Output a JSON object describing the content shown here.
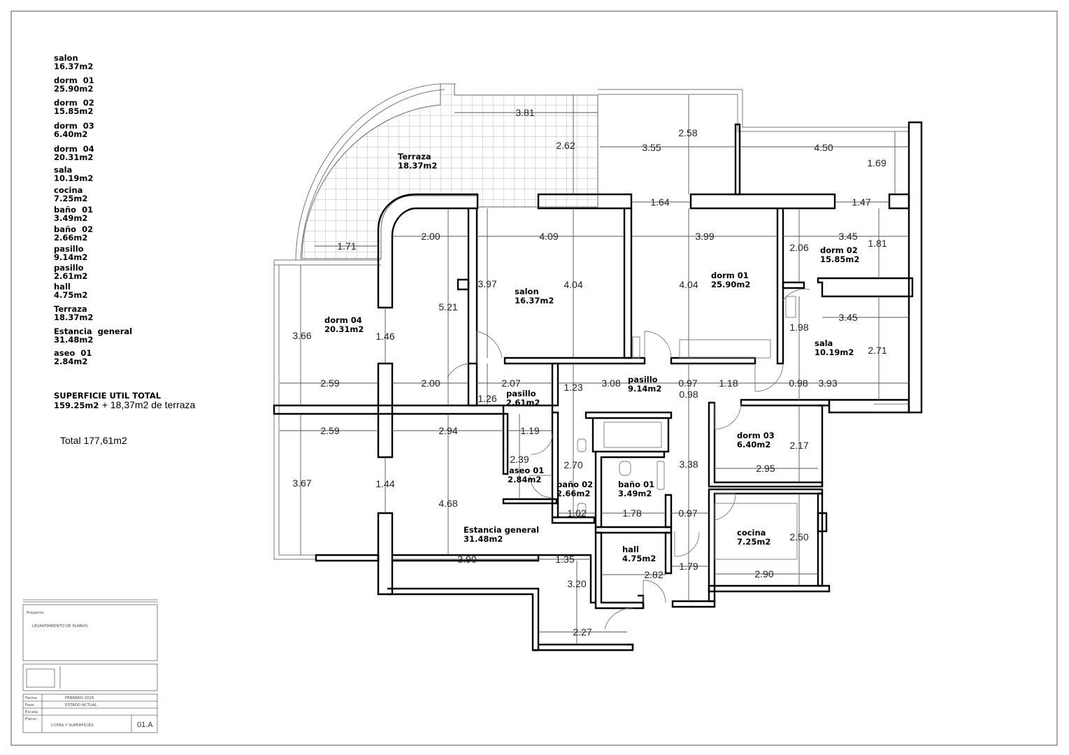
{
  "legend": [
    {
      "name": "salon",
      "area": "16.37m2"
    },
    {
      "name": "dorm  01",
      "area": "25.90m2"
    },
    {
      "name": "dorm  02",
      "area": "15.85m2"
    },
    {
      "name": "dorm  03",
      "area": "6.40m2"
    },
    {
      "name": "dorm  04",
      "area": "20.31m2"
    },
    {
      "name": "sala",
      "area": "10.19m2"
    },
    {
      "name": "cocina",
      "area": "7.25m2"
    },
    {
      "name": "baño  01",
      "area": "3.49m2"
    },
    {
      "name": "baño  02",
      "area": "2.66m2"
    },
    {
      "name": "pasillo",
      "area": "9.14m2"
    },
    {
      "name": "pasillo",
      "area": "2.61m2"
    },
    {
      "name": "hall",
      "area": "4.75m2"
    },
    {
      "name": "Terraza",
      "area": "18.37m2"
    },
    {
      "name": "Estancia  general",
      "area": "31.48m2"
    },
    {
      "name": "aseo  01",
      "area": "2.84m2"
    }
  ],
  "totals": {
    "title": "SUPERFICIE  UTIL  TOTAL",
    "useful": "159.25m2",
    "terrace": "+ 18,37m2 de terraza",
    "grand": "Total 177,61m2"
  },
  "rooms": [
    {
      "name": "Terraza",
      "area": "18.37m2"
    },
    {
      "name": "dorm  04",
      "area": "20.31m2"
    },
    {
      "name": "salon",
      "area": "16.37m2"
    },
    {
      "name": "dorm  01",
      "area": "25.90m2"
    },
    {
      "name": "dorm  02",
      "area": "15.85m2"
    },
    {
      "name": "sala",
      "area": "10.19m2"
    },
    {
      "name": "pasillo",
      "area": "9.14m2"
    },
    {
      "name": "pasillo",
      "area": "2.61m2"
    },
    {
      "name": "dorm  03",
      "area": "6.40m2"
    },
    {
      "name": "aseo  01",
      "area": "2.84m2"
    },
    {
      "name": "baño  02",
      "area": "2.66m2"
    },
    {
      "name": "baño  01",
      "area": "3.49m2"
    },
    {
      "name": "Estancia  general",
      "area": "31.48m2"
    },
    {
      "name": "cocina",
      "area": "7.25m2"
    },
    {
      "name": "hall",
      "area": "4.75m2"
    }
  ],
  "dimensions": [
    "3.81",
    "2.62",
    "2.58",
    "3.55",
    "4.50",
    "1.69",
    "1.64",
    "1.47",
    "1.71",
    "2.00",
    "4.09",
    "3.99",
    "3.45",
    "2.06",
    "1.81",
    "3.97",
    "4.04",
    "4.04",
    "5.21",
    "3.66",
    "1.46",
    "1.98",
    "3.45",
    "2.71",
    "2.59",
    "2.00",
    "2.07",
    "1.23",
    "3.08",
    "0.97",
    "1.18",
    "0.98",
    "3.93",
    "1.26",
    "0.98",
    "2.59",
    "2.94",
    "1.19",
    "2.17",
    "2.39",
    "2.70",
    "3.38",
    "2.95",
    "3.67",
    "1.44",
    "4.68",
    "1.02",
    "1.78",
    "0.97",
    "2.50",
    "3.90",
    "1.35",
    "1.79",
    "2.82",
    "2.90",
    "3.20",
    "2.27"
  ],
  "title_block": {
    "project_label": "Proyecto:",
    "project_value": "LEVANTAMIENTO  DE  PLANOS",
    "fecha_label": "Fecha:",
    "fecha_value": "FEBRERO  2025",
    "fase_label": "Fase:",
    "fase_value": "ESTADO  ACTUAL",
    "escala_label": "Escala:",
    "plano_label": "Plano:",
    "plano_value": "COTAS  Y  SUPERFICIES",
    "sheet_number": "01.A"
  }
}
